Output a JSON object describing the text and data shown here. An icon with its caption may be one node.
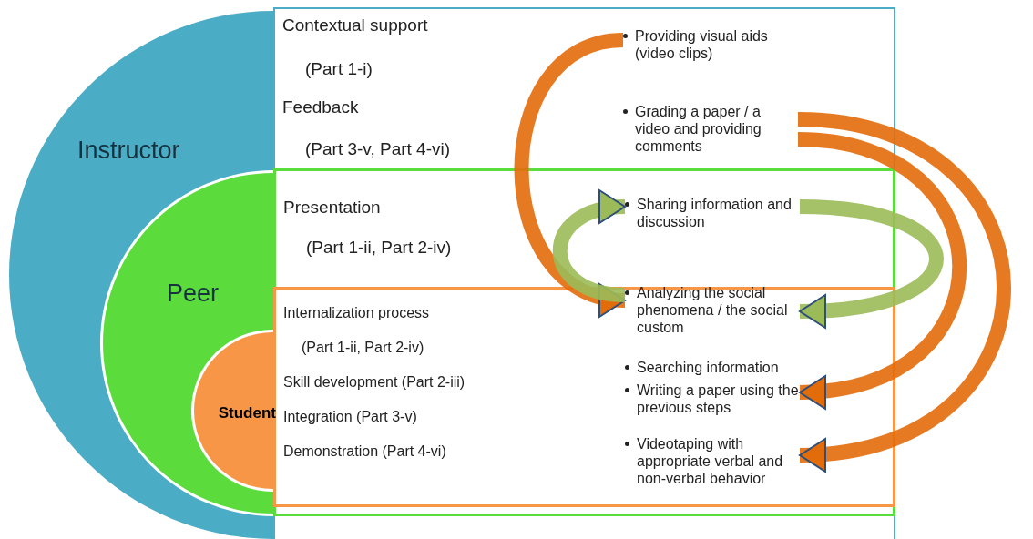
{
  "diagram": {
    "nodes": [
      {
        "text": [
          "Instructor"
        ]
      },
      {
        "text": [
          "Peer"
        ],
        "in": 0
      },
      {
        "text": [
          "Student"
        ],
        "in": 1
      },
      {
        "text": [
          "Contextual support",
          "(Part 1-i)",
          "Feedback",
          "(Part 3-v, Part 4-vi)"
        ]
      },
      {
        "text": [
          "Providing visual aids (video clips)"
        ],
        "in": 3
      },
      {
        "text": [
          "Grading a paper / a video and providing comments"
        ],
        "in": 3
      },
      {
        "text": [
          "Presentation",
          "(Part 1-ii, Part 2-iv)"
        ],
        "in": 3
      },
      {
        "text": [
          "Sharing information and discussion"
        ],
        "in": 6
      },
      {
        "text": [
          "Internalization process",
          "(Part 1-ii, Part 2-iv)",
          "Skill development (Part 2-iii)",
          "Integration (Part 3-v)",
          "Demonstration (Part 4-vi)"
        ],
        "in": 6
      },
      {
        "text": [
          "Analyzing the social phenomena / the social custom"
        ],
        "in": 8
      },
      {
        "text": [
          "Searching information"
        ],
        "in": 8
      },
      {
        "text": [
          "Writing a paper using the previous steps"
        ],
        "in": 8
      },
      {
        "text": [
          "Videotaping with appropriate verbal and non-verbal behavior"
        ],
        "in": 8
      }
    ],
    "edges": [
      {
        "from": 4,
        "to": 9,
        "arrow": "to"
      },
      {
        "from": 9,
        "to": 7,
        "arrow": "to",
        "color": "#9bbb59"
      },
      {
        "from": 7,
        "to": 9,
        "arrow": "to",
        "color": "#9bbb59"
      },
      {
        "from": 5,
        "to": 12,
        "arrow": "to"
      },
      {
        "from": 5,
        "to": 11,
        "arrow": "to"
      }
    ]
  }
}
